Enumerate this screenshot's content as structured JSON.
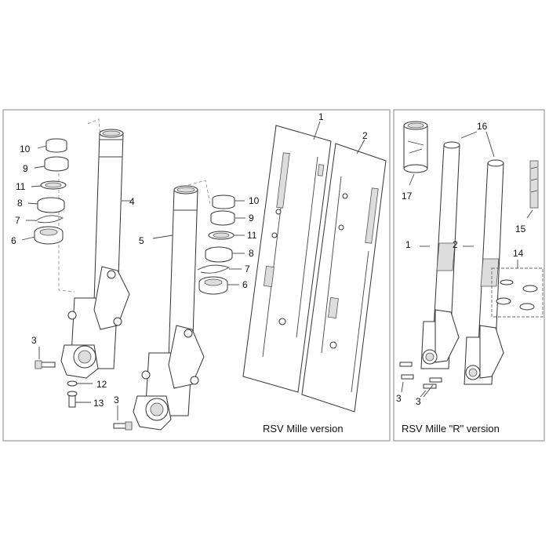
{
  "captions": {
    "left": "RSV Mille version",
    "right": "RSV Mille \"R\" version"
  },
  "callouts": {
    "c1": "1",
    "c2": "2",
    "c3": "3",
    "c4": "4",
    "c5": "5",
    "c6": "6",
    "c7": "7",
    "c8": "8",
    "c9": "9",
    "c10": "10",
    "c11": "11",
    "c12": "12",
    "c13": "13",
    "c14": "14",
    "c15": "15",
    "c16": "16",
    "c17": "17"
  }
}
